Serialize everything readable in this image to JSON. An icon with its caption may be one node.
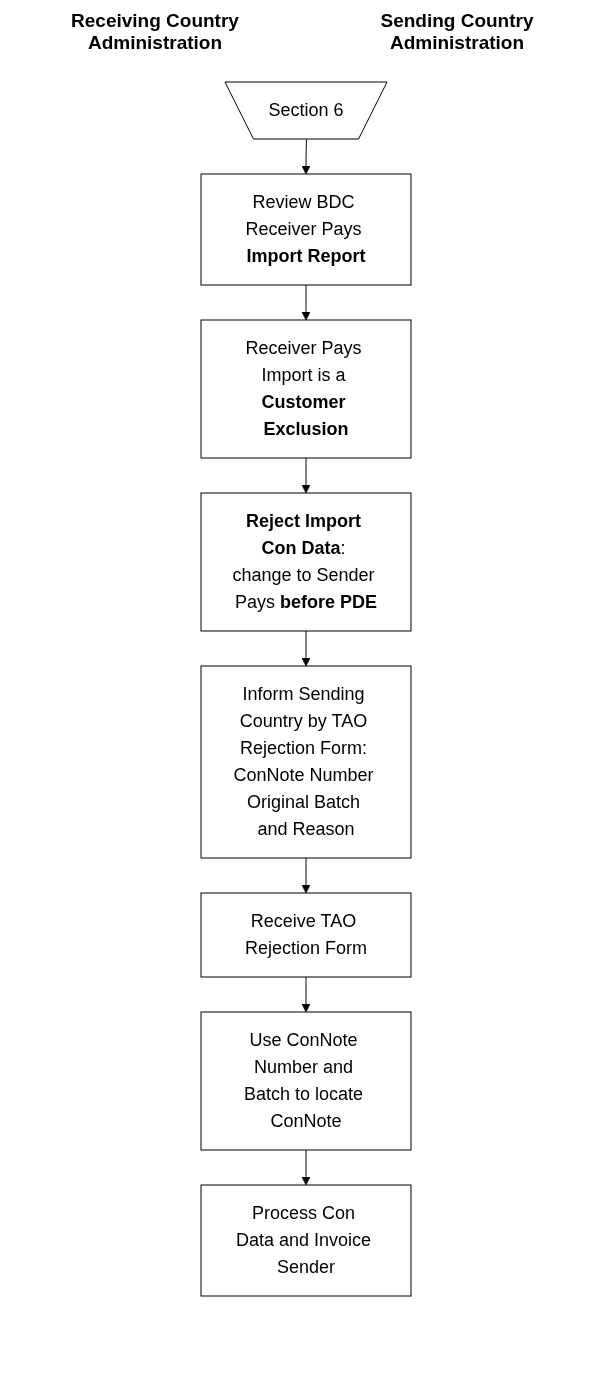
{
  "diagram": {
    "nodes": [
      {
        "text": [
          "Section 6"
        ]
      },
      {
        "text": [
          "Review BDC Receiver Pays **Import Report**"
        ]
      },
      {
        "text": [
          "Receiver Pays Import is a **Customer Exclusion**"
        ]
      },
      {
        "text": [
          "**Reject Import Con Data**: change to Sender Pays **before PDE**"
        ]
      },
      {
        "text": [
          "Inform Sending Country by TAO Rejection Form: ConNote Number Original Batch and Reason"
        ]
      },
      {
        "text": [
          "Receive TAO Rejection Form"
        ]
      },
      {
        "text": [
          "Use ConNote Number and Batch to locate ConNote"
        ]
      },
      {
        "text": [
          "Process Con Data and Invoice Sender"
        ]
      }
    ],
    "edges": [
      {
        "from": 0,
        "to": 1,
        "arrow": "to"
      },
      {
        "from": 1,
        "to": 2,
        "arrow": "to"
      },
      {
        "from": 2,
        "to": 3,
        "arrow": "to"
      },
      {
        "from": 3,
        "to": 4,
        "arrow": "to"
      },
      {
        "from": 4,
        "to": 5,
        "arrow": "to"
      },
      {
        "from": 5,
        "to": 6,
        "arrow": "to"
      },
      {
        "from": 6,
        "to": 7,
        "arrow": "to"
      }
    ],
    "labels": [
      "Receiving Country Administration",
      "Sending Country Administration"
    ]
  }
}
